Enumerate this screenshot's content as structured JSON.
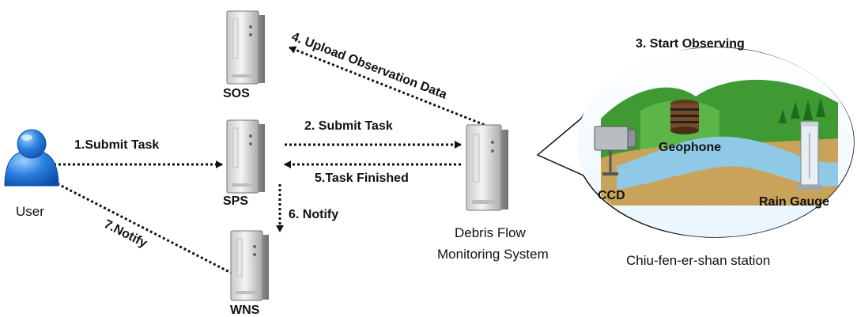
{
  "nodes": {
    "user": "User",
    "sos": "SOS",
    "sps": "SPS",
    "wns": "WNS",
    "system_line1": "Debris Flow",
    "system_line2": "Monitoring System",
    "station": "Chiu-fen-er-shan station"
  },
  "steps": {
    "s1": "1.Submit Task",
    "s2": "2. Submit Task",
    "s3": "3. Start Observing",
    "s4": "4. Upload Observation Data",
    "s5": "5.Task Finished",
    "s6": "6. Notify",
    "s7": "7.Notify"
  },
  "sensors": {
    "ccd": "CCD",
    "geophone": "Geophone",
    "rain_gauge": "Rain Gauge"
  },
  "colors": {
    "user_blue": "#1f6fd6",
    "server_gray": "#9a9a9a",
    "arrow": "#111111",
    "river": "#8fc9e6",
    "hills": "#3f9a33",
    "earth": "#c9a35a"
  }
}
